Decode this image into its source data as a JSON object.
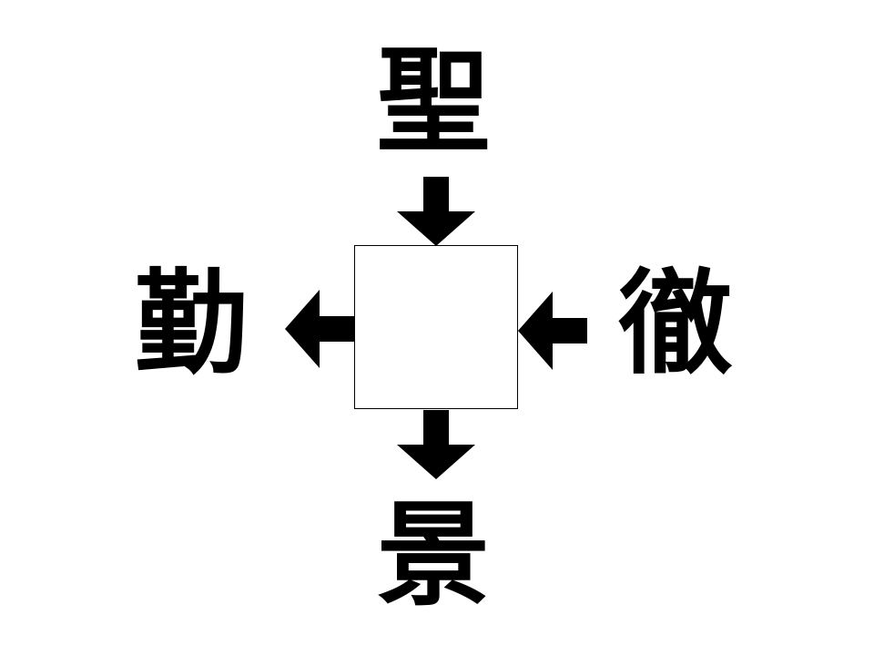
{
  "puzzle": {
    "top_kanji": "聖",
    "bottom_kanji": "景",
    "left_kanji": "勤",
    "right_kanji": "徹",
    "answer": ""
  },
  "colors": {
    "ink": "#000000",
    "background": "#ffffff"
  },
  "icons": {
    "top_arrow": "arrow-down-icon",
    "bottom_arrow": "arrow-down-icon",
    "left_arrow": "arrow-left-icon",
    "right_arrow": "arrow-left-icon"
  }
}
